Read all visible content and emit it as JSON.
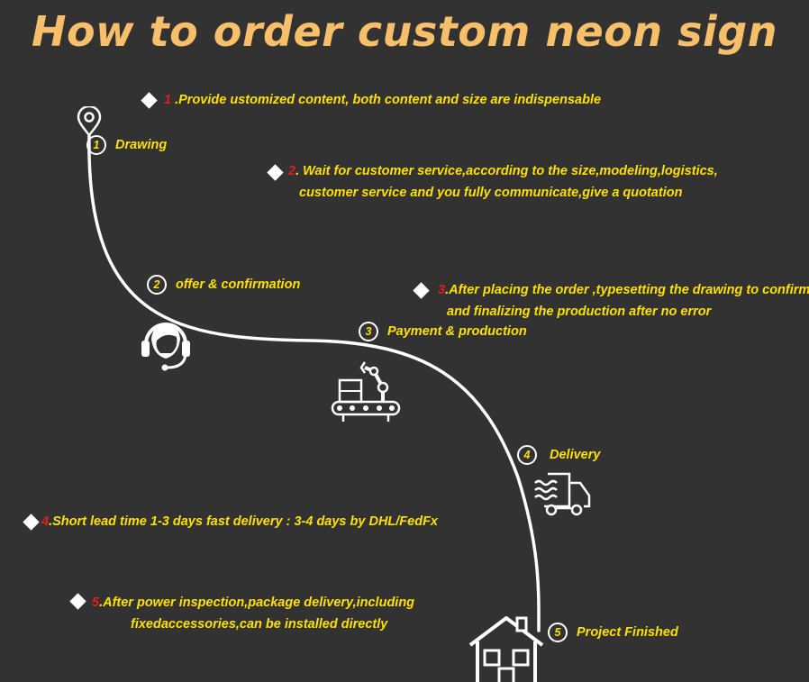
{
  "title": "How to order custom neon sign",
  "notes": [
    {
      "num": "1",
      "text": " .Provide ustomized content, both content and size are indispensable",
      "text2": ""
    },
    {
      "num": "2",
      "text": ". Wait for customer service,according to the size,modeling,logistics,",
      "text2": "customer service and you fully communicate,give a quotation"
    },
    {
      "num": "3",
      "text": ".After  placing the order ,typesetting the drawing to confirm",
      "text2": "and finalizing the production after no error"
    },
    {
      "num": "4",
      "text": ".Short lead time 1-3 days fast delivery : 3-4 days by DHL/FedFx",
      "text2": ""
    },
    {
      "num": "5",
      "text": ".After power inspection,package delivery,including",
      "text2": "fixedaccessories,can be installed directly"
    }
  ],
  "steps": [
    {
      "num": "1",
      "label": "Drawing"
    },
    {
      "num": "2",
      "label": "offer & confirmation"
    },
    {
      "num": "3",
      "label": "Payment & production"
    },
    {
      "num": "4",
      "label": "Delivery"
    },
    {
      "num": "5",
      "label": "Project Finished"
    }
  ],
  "icons": [
    "location-pin-icon",
    "customer-service-headset-icon",
    "factory-robot-arm-icon",
    "delivery-truck-icon",
    "house-icon"
  ],
  "colors": {
    "background": "#323232",
    "title": "#f8bf6a",
    "text": "#ffe100",
    "number": "#e21d1d",
    "line": "#ffffff"
  }
}
